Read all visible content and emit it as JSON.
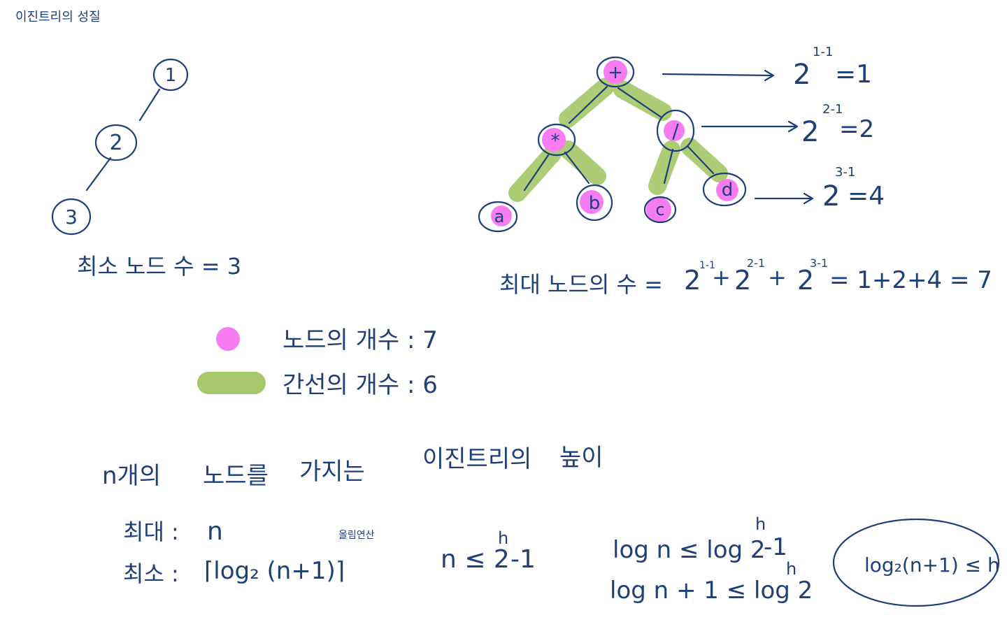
{
  "title": "이진트리의 성질",
  "colors": {
    "ink": "#1d3f7a",
    "node_highlight": "#f77cf2",
    "edge_highlight": "#a6c86a"
  },
  "min_tree": {
    "nodes": [
      "1",
      "2",
      "3"
    ],
    "caption": "최소 노드 수 = 3"
  },
  "max_tree": {
    "nodes": {
      "root": "+",
      "left": "*",
      "right": "/",
      "ll": "a",
      "lr": "b",
      "rl": "c",
      "rr": "d"
    },
    "levels": [
      {
        "base": "2",
        "exp": "1-1",
        "result": "=1"
      },
      {
        "base": "2",
        "exp": "2-1",
        "result": "=2"
      },
      {
        "base": "2",
        "exp": "3-1",
        "result": "=4"
      }
    ],
    "caption_prefix": "최대 노드의 수 =",
    "caption_terms": [
      {
        "base": "2",
        "exp": "1-1"
      },
      {
        "base": "2",
        "exp": "2-1"
      },
      {
        "base": "2",
        "exp": "3-1"
      }
    ],
    "caption_suffix": "= 1+2+4 = 7"
  },
  "legend": {
    "node_label": "노드의 개수 : 7",
    "edge_label": "간선의 개수 : 6"
  },
  "height_section": {
    "heading_parts": [
      "n개의",
      "노드를",
      "가지는",
      "이진트리의",
      "높이"
    ],
    "max_label": "최대 :",
    "max_value": "n",
    "min_label": "최소 :",
    "min_value": "⌈log₂ (n+1)⌉",
    "min_note": "올림연산",
    "ineq1_left": "n ≤ 2",
    "ineq1_exp": "h",
    "ineq1_right": "-1",
    "ineq2_line1": "log n ≤ log 2",
    "ineq2_line1_exp": "h",
    "ineq2_line1_tail": "-1",
    "ineq2_line2": "log n + 1 ≤ log 2",
    "ineq2_line2_exp": "h",
    "result": "log₂(n+1) ≤ h"
  }
}
